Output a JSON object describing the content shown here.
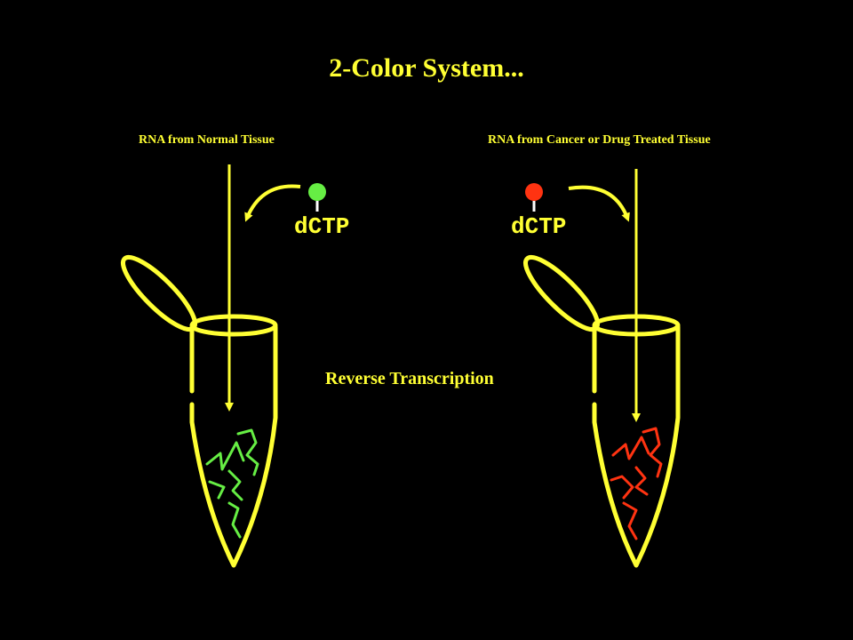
{
  "title": "2-Color System...",
  "left": {
    "source_label": "RNA from Normal Tissue",
    "nucleotide": "dCTP",
    "dye_color": "#66ee44"
  },
  "right": {
    "source_label": "RNA from Cancer or Drug Treated Tissue",
    "nucleotide": "dCTP",
    "dye_color": "#ff3311"
  },
  "process_label": "Reverse Transcription",
  "colors": {
    "text": "#ffff33",
    "tube": "#ffff33",
    "background": "#000000"
  }
}
